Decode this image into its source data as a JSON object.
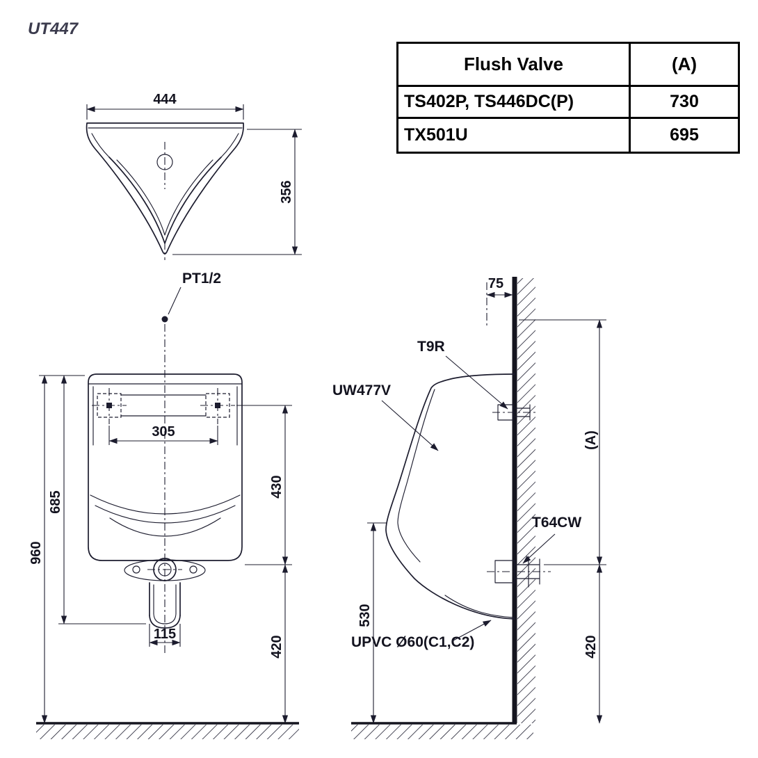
{
  "title": "UT447",
  "table": {
    "header": {
      "product": "Flush Valve",
      "dim": "(A)"
    },
    "rows": [
      {
        "product": "TS402P, TS446DC(P)",
        "dim": "730"
      },
      {
        "product": "TX501U",
        "dim": "695"
      }
    ]
  },
  "labels": {
    "inlet": "PT1/2",
    "spud": "T9R",
    "urinal_model": "UW477V",
    "outlet_socket": "T64CW",
    "drain_pipe": "UPVC Ø60(C1,C2)"
  },
  "dims": {
    "plan_width": "444",
    "plan_depth": "356",
    "bolt_span": "305",
    "h685": "685",
    "h960": "960",
    "v430": "430",
    "v420_front": "420",
    "trap": "115",
    "offset75": "75",
    "valve_a": "(A)",
    "h530": "530",
    "v420_side": "420"
  }
}
